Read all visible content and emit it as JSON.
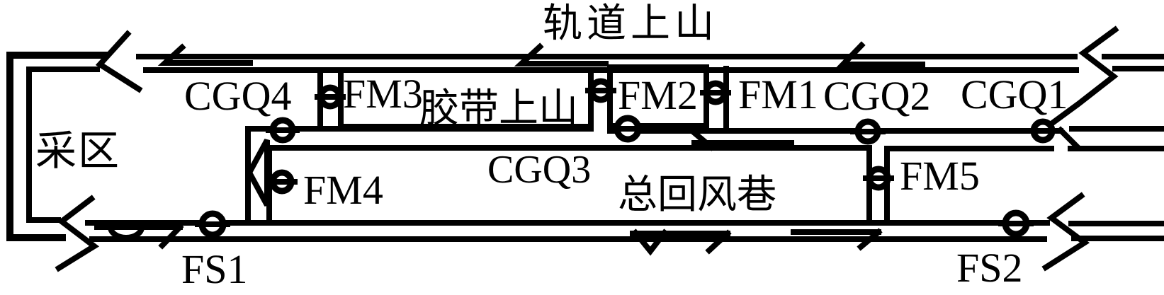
{
  "diagram": {
    "background_color": "#ffffff",
    "line_color": "#000000",
    "tunnel_labels": {
      "track_incline": "轨道上山",
      "belt_incline": "胶带上山",
      "main_return_airway": "总回风巷",
      "mining_area": "采区"
    },
    "sensor_labels": {
      "cgq1": "CGQ1",
      "cgq2": "CGQ2",
      "cgq3": "CGQ3",
      "cgq4": "CGQ4",
      "fm1": "FM1",
      "fm2": "FM2",
      "fm3": "FM3",
      "fm4": "FM4",
      "fm5": "FM5",
      "fs1": "FS1",
      "fs2": "FS2"
    }
  }
}
